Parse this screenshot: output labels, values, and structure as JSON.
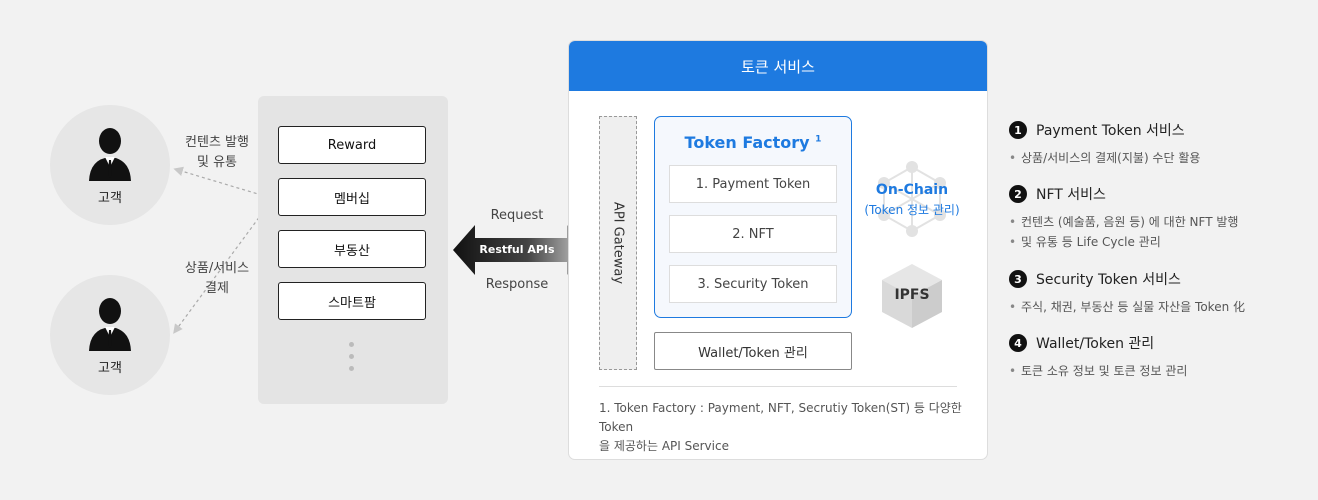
{
  "customers": [
    {
      "label": "고객"
    },
    {
      "label": "고객"
    }
  ],
  "flows": {
    "content_issue": [
      "컨텐츠 발행",
      "및 유통"
    ],
    "payment": [
      "상품/서비스",
      "결제"
    ]
  },
  "services": [
    "Reward",
    "멤버십",
    "부동산",
    "스마트팜"
  ],
  "arrow": {
    "request": "Request",
    "center": "Restful APIs",
    "response": "Response"
  },
  "token_service": {
    "title": "토큰 서비스",
    "gateway": "API Gateway",
    "factory_title": "Token Factory",
    "factory_sup": "1",
    "factory_items": [
      "1. Payment Token",
      "2. NFT",
      "3. Security Token"
    ],
    "wallet": "Wallet/Token 관리",
    "onchain_title": "On-Chain",
    "onchain_sub": "(Token 정보 관리)",
    "ipfs": "IPFS",
    "footnote_line1": "1. Token Factory : Payment, NFT, Secrutiy Token(ST) 등 다양한 Token",
    "footnote_line2": "을 제공하는 API Service"
  },
  "legend": [
    {
      "num": "1",
      "title": "Payment Token 서비스",
      "desc": [
        "상품/서비스의 결제(지불) 수단 활용"
      ]
    },
    {
      "num": "2",
      "title": "NFT 서비스",
      "desc": [
        "컨텐츠 (예술품, 음원 등) 에 대한 NFT 발행",
        "및 유통 등 Life Cycle 관리"
      ]
    },
    {
      "num": "3",
      "title": "Security Token 서비스",
      "desc": [
        "주식, 채권, 부동산 등 실물 자산을 Token 化"
      ]
    },
    {
      "num": "4",
      "title": "Wallet/Token 관리",
      "desc": [
        "토큰 소유 정보 및 토큰 정보 관리"
      ]
    }
  ],
  "colors": {
    "accent": "#1e7ae0",
    "panel": "#e4e4e4"
  }
}
